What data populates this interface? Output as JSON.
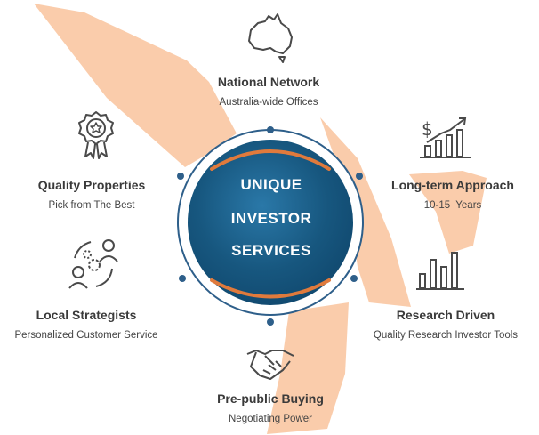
{
  "hub": {
    "line1": "UNIQUE",
    "line2": "INVESTOR",
    "line3": "SERVICES"
  },
  "features": [
    {
      "id": "national-network",
      "icon": "australia-map-icon",
      "title": "National Network",
      "subtitle": "Australia-wide Offices"
    },
    {
      "id": "long-term-approach",
      "icon": "growth-chart-icon",
      "title": "Long-term Approach",
      "subtitle": "10-15  Years"
    },
    {
      "id": "research-driven",
      "icon": "bar-chart-icon",
      "title": "Research Driven",
      "subtitle": "Quality Research Investor Tools"
    },
    {
      "id": "pre-public-buying",
      "icon": "handshake-icon",
      "title": "Pre-public Buying",
      "subtitle": "Negotiating Power"
    },
    {
      "id": "local-strategists",
      "icon": "people-gears-icon",
      "title": "Local Strategists",
      "subtitle": "Personalized Customer Service"
    },
    {
      "id": "quality-properties",
      "icon": "award-badge-icon",
      "title": "Quality Properties",
      "subtitle": "Pick from The Best"
    }
  ],
  "colors": {
    "swoosh": "#f9c39c",
    "hub_dark": "#10486e",
    "hub_light": "#2a78a8",
    "ring": "#2e5f8a",
    "accent_arc": "#e07a3c",
    "text": "#3a3a3a",
    "icon": "#4a4a4a"
  }
}
